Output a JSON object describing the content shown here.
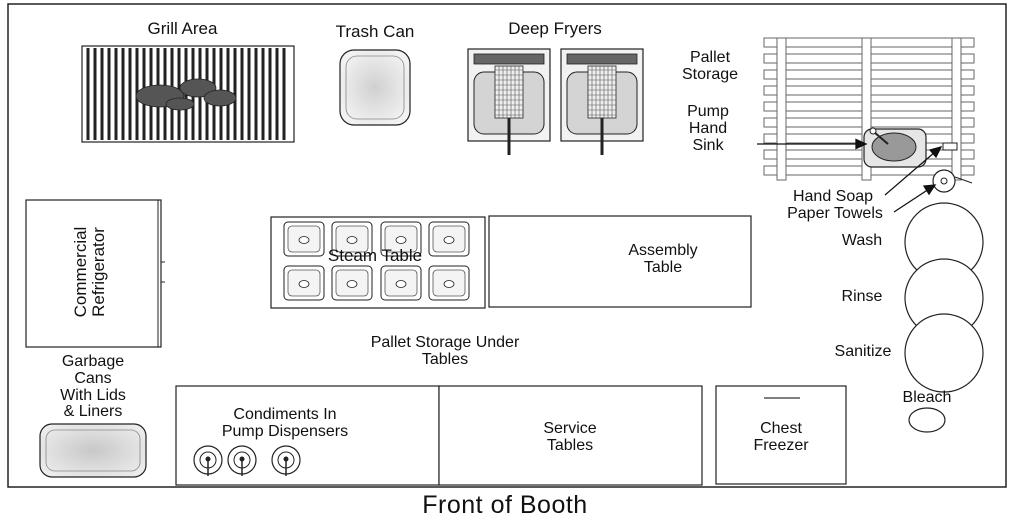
{
  "title": "Front of Booth",
  "labels": {
    "grill_area": "Grill Area",
    "trash_can": "Trash Can",
    "deep_fryers": "Deep Fryers",
    "pallet_storage": "Pallet\nStorage",
    "pump_hand_sink": "Pump\nHand\nSink",
    "hand_soap": "Hand Soap",
    "paper_towels": "Paper Towels",
    "wash": "Wash",
    "rinse": "Rinse",
    "sanitize": "Sanitize",
    "bleach": "Bleach",
    "commercial_refrigerator": "Commercial\nRefrigerator",
    "steam_table": "Steam Table",
    "assembly_table": "Assembly\nTable",
    "pallet_storage_under_tables": "Pallet Storage Under\nTables",
    "garbage_cans": "Garbage\nCans\nWith Lids\n& Liners",
    "condiments": "Condiments In\nPump Dispensers",
    "service_tables": "Service\nTables",
    "chest_freezer": "Chest\nFreezer"
  }
}
